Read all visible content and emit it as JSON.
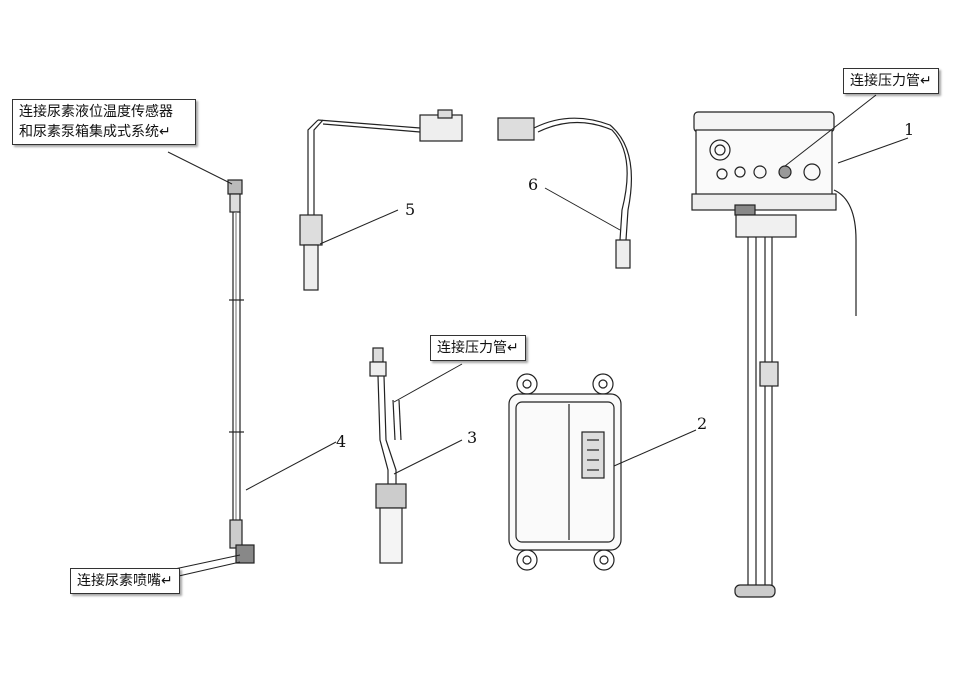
{
  "callouts": {
    "sensor_system_line1": "连接尿素液位温度传感器",
    "sensor_system_line2": "和尿素泵箱集成式系统↵",
    "nozzle": "连接尿素喷嘴↵",
    "pressure_pipe_top": "连接压力管↵",
    "pressure_pipe_mid": "连接压力管↵"
  },
  "part_numbers": {
    "p1": "1",
    "p2": "2",
    "p3": "3",
    "p4": "4",
    "p5": "5",
    "p6": "6"
  }
}
